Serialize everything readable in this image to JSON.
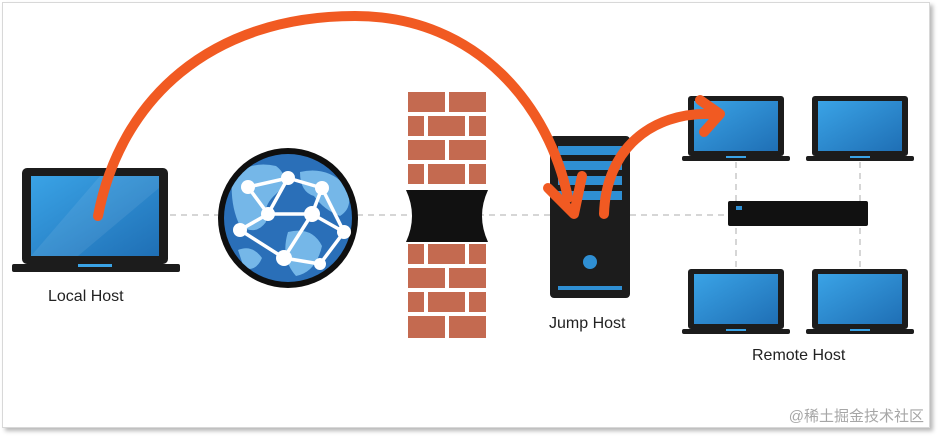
{
  "labels": {
    "local_host": "Local Host",
    "jump_host": "Jump Host",
    "remote_host": "Remote Host"
  },
  "watermark": "@稀土掘金技术社区",
  "colors": {
    "arrow": "#f15a22",
    "screen": "#2f8fd3",
    "device": "#1c1c1c",
    "brick": "#c46a50",
    "globe": "#2a6fb8",
    "dashed_line": "#c8c8c8"
  },
  "icons": [
    "laptop-icon",
    "globe-network-icon",
    "firewall-icon",
    "server-icon",
    "switch-icon"
  ]
}
